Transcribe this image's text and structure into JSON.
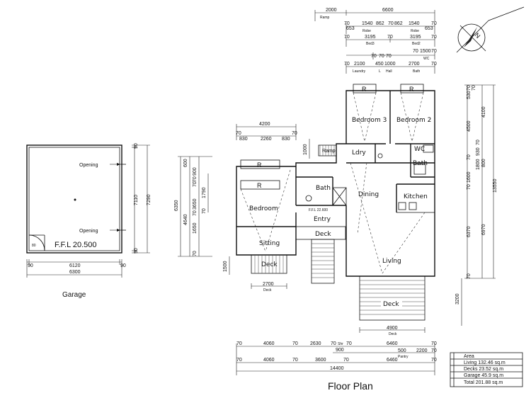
{
  "garage": {
    "label": "Garage",
    "ffl": "F.F.L 20.500",
    "opening_top": "Opening",
    "opening_bottom": "Opening",
    "small_tag": "80",
    "dims": {
      "bottom_left": "90",
      "bottom_mid": "6120",
      "bottom_right": "90",
      "bottom_total": "6300",
      "right_top": "90",
      "right_mid": "7110",
      "right_bottom": "90",
      "right_total": "7290"
    }
  },
  "plan": {
    "title": "Floor Plan",
    "rooms": {
      "bedroom3": "Bedroom 3",
      "bedroom2": "Bedroom 2",
      "bedroom": "Bedroom",
      "sitting": "Sitting",
      "bath_left": "Bath",
      "bath_right": "Bath",
      "ldry": "Ldry",
      "wc": "WC",
      "dining": "Dining",
      "kitchen": "Kitchen",
      "living": "Living",
      "entry": "Entry",
      "deck_entry": "Deck",
      "deck_small": "Deck",
      "deck_large": "Deck",
      "ramp": "Ramp"
    },
    "robe_labels": [
      "R",
      "R",
      "R",
      "R"
    ],
    "small_labels": {
      "ffl_entry": "F.F.L 22.600",
      "deck_under_small": "Deck",
      "deck_under_large": "Deck",
      "pantry": "Pantry"
    }
  },
  "top_dims": {
    "row1": [
      "2000",
      "6600"
    ],
    "row1_label": "Ramp",
    "row2": [
      "70",
      "653",
      "1540",
      "862",
      "70",
      "862",
      "1540",
      "653",
      "70"
    ],
    "row2_labels": [
      "Robe",
      "Robe"
    ],
    "row3": [
      "70",
      "3195",
      "70",
      "3195",
      "70"
    ],
    "row3_labels": [
      "Bed3",
      "Bed2"
    ],
    "row4": [
      "70",
      "70",
      "70",
      "70",
      "1500",
      "70"
    ],
    "row4_labels": [
      "WC"
    ],
    "row5": [
      "70",
      "2100",
      "450",
      "1000",
      "2700",
      "70"
    ],
    "row5_labels": [
      "Laundry",
      "L",
      "Hall",
      "Bath"
    ]
  },
  "left_top_dims": {
    "total": "4200",
    "row": [
      "70",
      "830",
      "2260",
      "830",
      "70"
    ],
    "side": "1000"
  },
  "left_side_dims": {
    "col1": [
      "6350"
    ],
    "col2": [
      "600",
      "4640"
    ],
    "col3": [
      "70",
      "70",
      "900",
      "3650",
      "70",
      "1650",
      "70"
    ],
    "col4": [
      "1790",
      "70"
    ],
    "deck_side": "1500"
  },
  "right_side_dims": {
    "top": [
      "70",
      "530",
      "70"
    ],
    "col_a": [
      "4500",
      "70",
      "930",
      "1800",
      "70",
      "1600",
      "70",
      "6370",
      "70"
    ],
    "col_b": [
      "4100",
      "800",
      "6970"
    ],
    "total": "13550",
    "deck": "3200"
  },
  "bottom_dims": {
    "small_deck": "2700",
    "large_deck": "4900",
    "row1": [
      "70",
      "4060",
      "70",
      "2630",
      "70",
      "Shr",
      "70",
      "6460",
      "70"
    ],
    "row2": [
      "900",
      "500",
      "2200",
      "70"
    ],
    "row3": [
      "70",
      "4060",
      "70",
      "3600",
      "70",
      "6460",
      "70"
    ],
    "total": "14400"
  },
  "area_table": {
    "title": "Area",
    "rows": [
      "Living 132.46 sq.m",
      "Decks 23.52 sq.m",
      "Garage 45.9 sq.m",
      "Total 201.88 sq.m"
    ]
  },
  "compass": {
    "label": "N"
  }
}
